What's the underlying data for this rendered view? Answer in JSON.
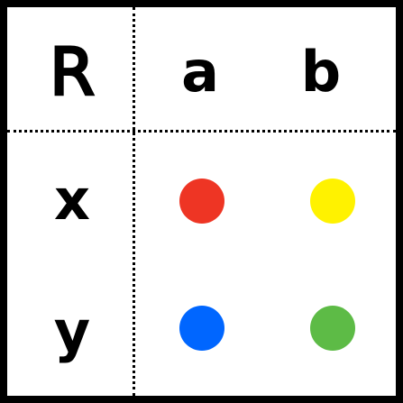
{
  "table": {
    "corner_label": "R",
    "columns": [
      "a",
      "b"
    ],
    "rows": [
      {
        "label": "x",
        "cells": [
          {
            "color": "#EE3524"
          },
          {
            "color": "#FFF200"
          }
        ]
      },
      {
        "label": "y",
        "cells": [
          {
            "color": "#0066FF"
          },
          {
            "color": "#5DBB46"
          }
        ]
      }
    ]
  }
}
